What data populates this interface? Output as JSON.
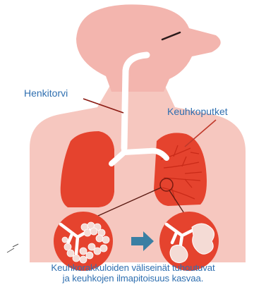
{
  "labels": {
    "trachea": "Henkitorvi",
    "bronchi": "Keuhkoputket"
  },
  "caption": {
    "line1": "Keuhkorakkuloiden väliseinät tuhoutuvat",
    "line2": "ja keuhkojen ilmapitoisuus kasvaa."
  },
  "colors": {
    "body": "#f6c7bf",
    "head": "#f3b5ae",
    "lung": "#e5432e",
    "lung_dark": "#b82515",
    "airway": "#ffffff",
    "alveoli_pale": "#f0d8d2",
    "arrow": "#3a7fa3",
    "text": "#2f6fb0",
    "pointer": "#c0392b"
  }
}
